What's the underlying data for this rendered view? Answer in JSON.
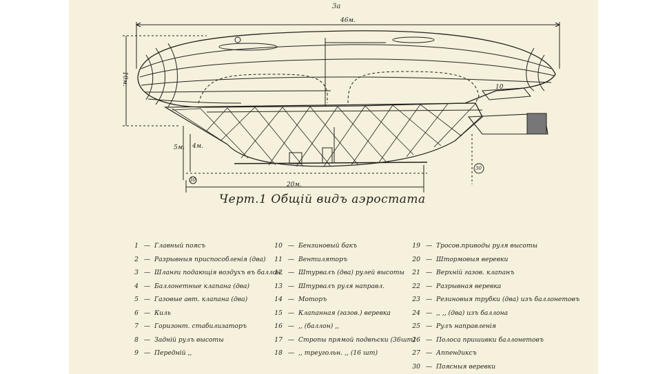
{
  "page_number": "3a",
  "caption": "Черт.1 Общiй видъ аэростата",
  "dimensions": {
    "length": "46м.",
    "height": "10м.",
    "gondola_span": "20м.",
    "drop_1": "5м.",
    "drop_2": "4м."
  },
  "callout_numbers": [
    "10",
    "30",
    "30"
  ],
  "legend": {
    "column_1": [
      {
        "num": "1",
        "text": "Главный поясъ"
      },
      {
        "num": "2",
        "text": "Разрывныя приспособленія (два)"
      },
      {
        "num": "3",
        "text": "Шланги подающія воздухъ въ баллон."
      },
      {
        "num": "4",
        "text": "Баллонетные клапана (два)"
      },
      {
        "num": "5",
        "text": "Газовые авт. клапана (два)"
      },
      {
        "num": "6",
        "text": "Киль"
      },
      {
        "num": "7",
        "text": "Горизонт. стабилизаторъ"
      },
      {
        "num": "8",
        "text": "Задній рулъ высоты"
      },
      {
        "num": "9",
        "text": "Передній    ,,"
      }
    ],
    "column_2": [
      {
        "num": "10",
        "text": "Бензиновый бакъ"
      },
      {
        "num": "11",
        "text": "Вентиляторъ"
      },
      {
        "num": "12",
        "text": "Штурвалъ (два) рулей высоты"
      },
      {
        "num": "13",
        "text": "Штурвалъ руля направл."
      },
      {
        "num": "14",
        "text": "Моторъ"
      },
      {
        "num": "15",
        "text": "Клапанная (газов.) веревка"
      },
      {
        "num": "16",
        "text": "   ,,      (баллон)    ,,"
      },
      {
        "num": "17",
        "text": "Стропы прямой подвѣски (36шт)"
      },
      {
        "num": "18",
        "text": "   ,,  треугольн.  ,,   (16 шт)"
      }
    ],
    "column_3": [
      {
        "num": "19",
        "text": "Тросов.приводы руля высоты"
      },
      {
        "num": "20",
        "text": "Штормовыя веревки"
      },
      {
        "num": "21",
        "text": "Верхній газов. клапанъ"
      },
      {
        "num": "22",
        "text": "Разрывная веревка"
      },
      {
        "num": "23",
        "text": "Резиновыя трубки (два) изъ баллонетовъ"
      },
      {
        "num": "24",
        "text": "   ,,          ,,       (два) изъ баллона"
      },
      {
        "num": "25",
        "text": "Рулъ направленія"
      },
      {
        "num": "26",
        "text": "Полоса пришивки баллонетовъ"
      },
      {
        "num": "27",
        "text": "Аппендиксъ"
      },
      {
        "num": "30",
        "text": "Поясныя веревки"
      }
    ]
  },
  "colors": {
    "paper": "#f6f1dc",
    "ink": "#222222",
    "margin": "#ffffff"
  }
}
